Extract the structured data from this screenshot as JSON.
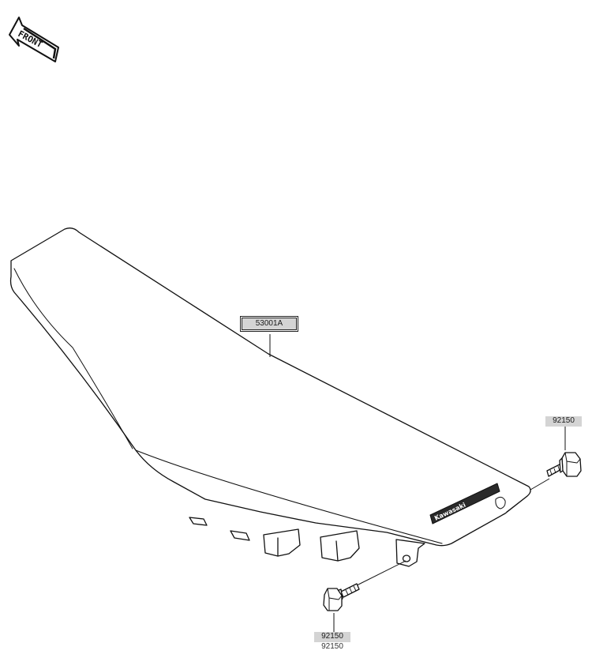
{
  "front_marker": {
    "label": "FRONT"
  },
  "seat": {
    "brand_text": "Kawasaki"
  },
  "callouts": [
    {
      "id": "seat",
      "text": "53001A"
    },
    {
      "id": "bolt-right",
      "text": "92150"
    },
    {
      "id": "bolt-bottom",
      "text": "92150"
    },
    {
      "id": "cut-off",
      "text": "92150"
    }
  ]
}
